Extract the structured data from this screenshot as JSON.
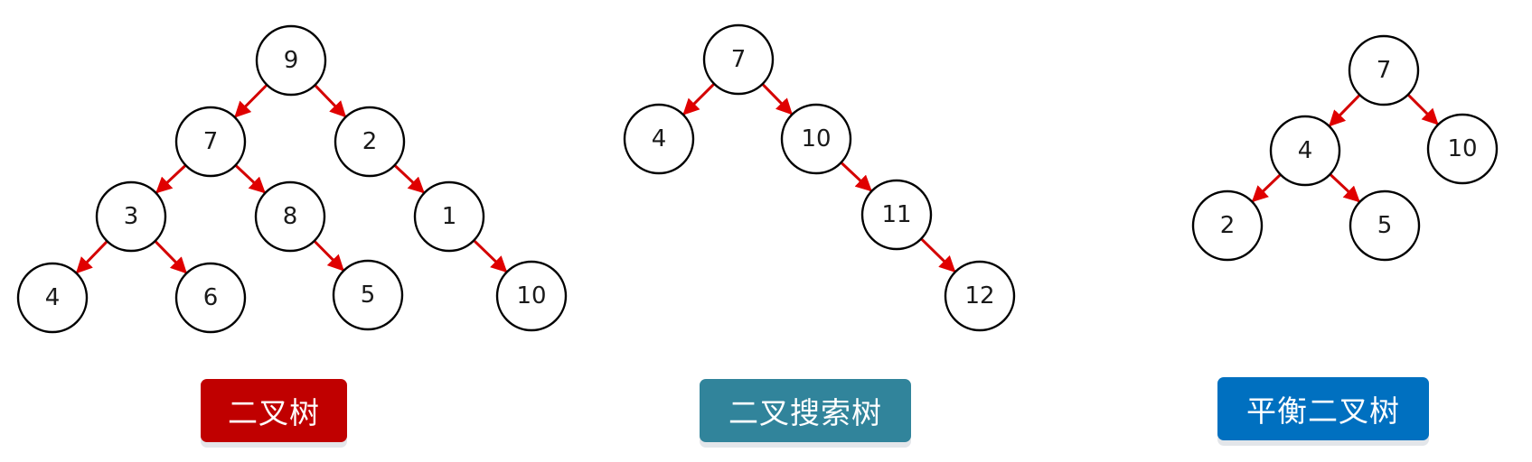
{
  "trees": [
    {
      "title": "二叉树",
      "color": "#c00000",
      "nodes": [
        {
          "id": "n9",
          "label": "9"
        },
        {
          "id": "n7",
          "label": "7"
        },
        {
          "id": "n2",
          "label": "2"
        },
        {
          "id": "n3",
          "label": "3"
        },
        {
          "id": "n8",
          "label": "8"
        },
        {
          "id": "n1",
          "label": "1"
        },
        {
          "id": "n4",
          "label": "4"
        },
        {
          "id": "n6",
          "label": "6"
        },
        {
          "id": "n5",
          "label": "5"
        },
        {
          "id": "n10",
          "label": "10"
        }
      ],
      "edges": [
        [
          "n9",
          "n7"
        ],
        [
          "n9",
          "n2"
        ],
        [
          "n7",
          "n3"
        ],
        [
          "n7",
          "n8"
        ],
        [
          "n2",
          "n1"
        ],
        [
          "n3",
          "n4"
        ],
        [
          "n3",
          "n6"
        ],
        [
          "n8",
          "n5"
        ],
        [
          "n1",
          "n10"
        ]
      ]
    },
    {
      "title": "二叉搜索树",
      "color": "#31849b",
      "nodes": [
        {
          "id": "m7",
          "label": "7"
        },
        {
          "id": "m4",
          "label": "4"
        },
        {
          "id": "m10",
          "label": "10"
        },
        {
          "id": "m11",
          "label": "11"
        },
        {
          "id": "m12",
          "label": "12"
        }
      ],
      "edges": [
        [
          "m7",
          "m4"
        ],
        [
          "m7",
          "m10"
        ],
        [
          "m10",
          "m11"
        ],
        [
          "m11",
          "m12"
        ]
      ]
    },
    {
      "title": "平衡二叉树",
      "color": "#0070c0",
      "nodes": [
        {
          "id": "b7",
          "label": "7"
        },
        {
          "id": "b4",
          "label": "4"
        },
        {
          "id": "b10",
          "label": "10"
        },
        {
          "id": "b2",
          "label": "2"
        },
        {
          "id": "b5",
          "label": "5"
        }
      ],
      "edges": [
        [
          "b7",
          "b4"
        ],
        [
          "b7",
          "b10"
        ],
        [
          "b4",
          "b2"
        ],
        [
          "b4",
          "b5"
        ]
      ]
    }
  ],
  "edge_color": "#e00000"
}
